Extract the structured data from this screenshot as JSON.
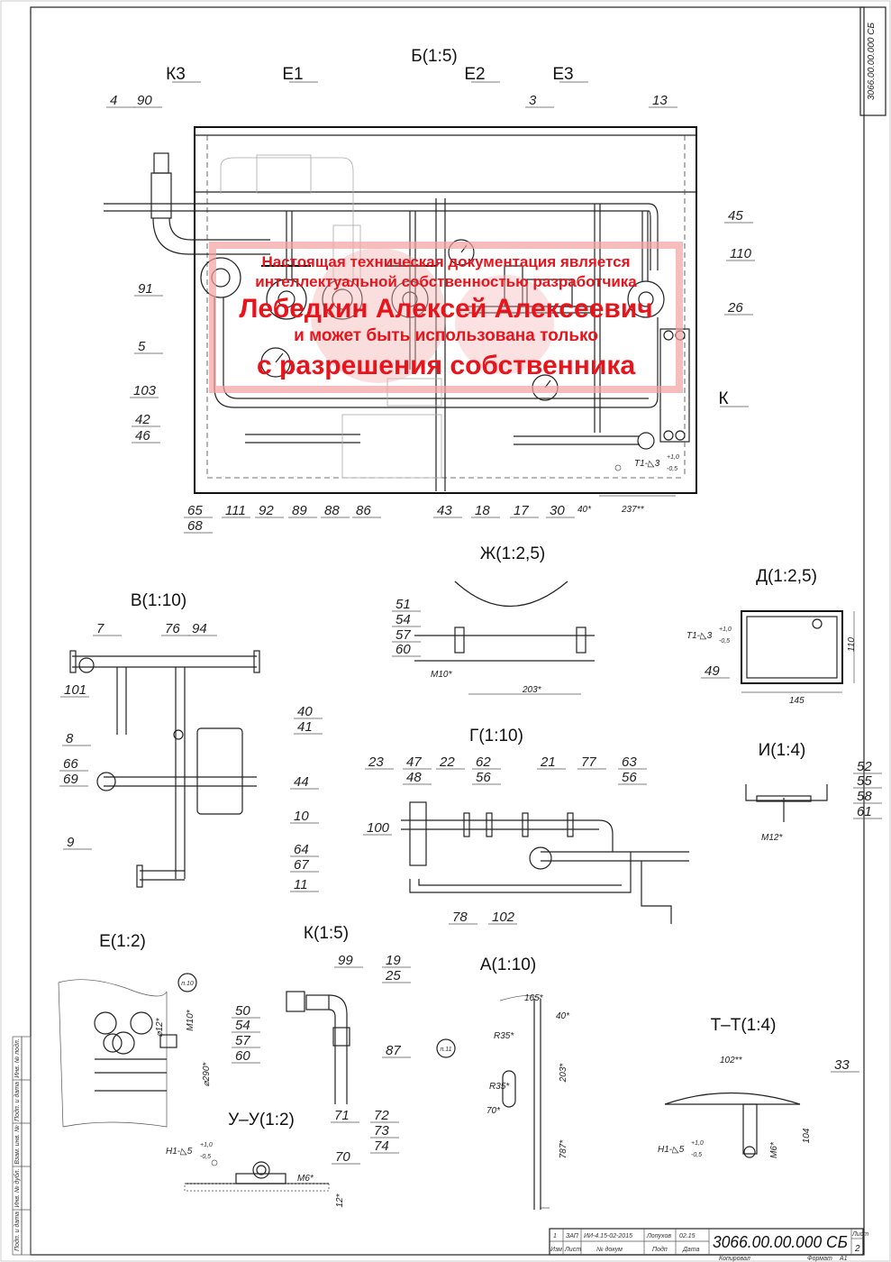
{
  "document_number": "3066.00.00.000 СБ",
  "main_view": {
    "title": "Б(1:5)",
    "sections": {
      "k3": "К3",
      "e1": "Е1",
      "e2": "Е2",
      "e3": "Е3"
    },
    "callouts": {
      "c4": "4",
      "c90": "90",
      "c3": "3",
      "c13": "13",
      "c45": "45",
      "c110": "110",
      "c26": "26",
      "cK": "К",
      "c91": "91",
      "c5": "5",
      "c103": "103",
      "c42": "42",
      "c46": "46",
      "c65": "65",
      "c68": "68",
      "c111": "111",
      "c92": "92",
      "c89": "89",
      "c88": "88",
      "c86": "86",
      "c43": "43",
      "c18": "18",
      "c17": "17",
      "c30": "30"
    },
    "dims": {
      "d40": "40*",
      "d237": "237**"
    },
    "weld": {
      "mark": "Т1-◺3",
      "upper": "+1,0",
      "lower": "-0,5"
    }
  },
  "view_v": {
    "title": "В(1:10)",
    "callouts": {
      "c7": "7",
      "c76": "76",
      "c94": "94",
      "c101": "101",
      "c8": "8",
      "c66": "66",
      "c69": "69",
      "c9": "9",
      "c40": "40",
      "c41": "41",
      "c44": "44",
      "c10": "10",
      "c64": "64",
      "c67": "67",
      "c11": "11"
    }
  },
  "view_zh": {
    "title": "Ж(1:2,5)",
    "callouts": {
      "c51": "51",
      "c54": "54",
      "c57": "57",
      "c60": "60"
    },
    "dims": {
      "m10": "М10*",
      "d203": "203*"
    }
  },
  "view_d": {
    "title": "Д(1:2,5)",
    "callouts": {
      "c49": "49"
    },
    "dims": {
      "d110": "110",
      "d145": "145"
    },
    "weld": {
      "mark": "Т1-◺3",
      "upper": "+1,0",
      "lower": "-0,5"
    }
  },
  "view_g": {
    "title": "Г(1:10)",
    "callouts": {
      "c23": "23",
      "c47": "47",
      "c48": "48",
      "c22": "22",
      "c62": "62",
      "c56a": "56",
      "c21": "21",
      "c77": "77",
      "c63": "63",
      "c56b": "56",
      "c100": "100",
      "c78": "78",
      "c102": "102"
    }
  },
  "view_i": {
    "title": "И(1:4)",
    "callouts": {
      "c52": "52",
      "c55": "55",
      "c58": "58",
      "c61": "61"
    },
    "dims": {
      "m12": "М12*"
    }
  },
  "view_e": {
    "title": "Е(1:2)",
    "note": "п.10",
    "callouts": {
      "c50": "50",
      "c54": "54",
      "c57": "57",
      "c60": "60"
    },
    "dims": {
      "m10": "М10*",
      "d12": "⌀12*",
      "d290": "⌀290*"
    }
  },
  "view_k": {
    "title": "К(1:5)",
    "callouts": {
      "c99": "99",
      "c19": "19",
      "c25": "25",
      "c87": "87"
    }
  },
  "view_a": {
    "title": "А(1:10)",
    "note": "п.11",
    "dims": {
      "d165": "165*",
      "d40": "40*",
      "r35a": "R35*",
      "d203": "203*",
      "r35b": "R35*",
      "d70": "70*",
      "d787": "787*"
    }
  },
  "view_tt": {
    "title": "Т–Т(1:4)",
    "callouts": {
      "c33": "33"
    },
    "dims": {
      "d102": "102**",
      "d104": "104",
      "m6": "М6*"
    },
    "weld": {
      "mark": "Н1-◺5",
      "upper": "+1,0",
      "lower": "-0,5"
    }
  },
  "view_uu": {
    "title": "У–У(1:2)",
    "callouts": {
      "c71": "71",
      "c72": "72",
      "c73": "73",
      "c74": "74",
      "c70": "70"
    },
    "dims": {
      "m6": "М6*",
      "d12": "12*"
    },
    "weld": {
      "mark": "Н1-◺5",
      "upper": "+1,0",
      "lower": "-0,5"
    }
  },
  "watermark": {
    "line1": "Настоящая техническая документация является",
    "line2": "интеллектуальной собственностью разработчика",
    "line3": "Лебедкин Алексей Алексеевич",
    "line4": "и может быть использована только",
    "line5": "с разрешения собственника"
  },
  "title_block": {
    "change_no": "1",
    "sheet_ref": "ЗАП",
    "doc_no": "ИИ-4.15-02-2015",
    "signature": "Лопухов",
    "date": "02.15",
    "headers": {
      "izm": "Изм",
      "list": "Лист",
      "doc": "№ докум",
      "podp": "Подп",
      "data": "Дата"
    },
    "sheet_label": "Лист",
    "sheet_number": "2",
    "copied": "Копировал",
    "format_label": "Формат",
    "format": "А1"
  },
  "side_stamps": [
    "Инв. № подл.",
    "Подп. и дата",
    "Взам. инв. №",
    "Инв. № дубл.",
    "Подп. и дата"
  ],
  "colors": {
    "watermark": "#e8141c",
    "line": "#222222"
  }
}
